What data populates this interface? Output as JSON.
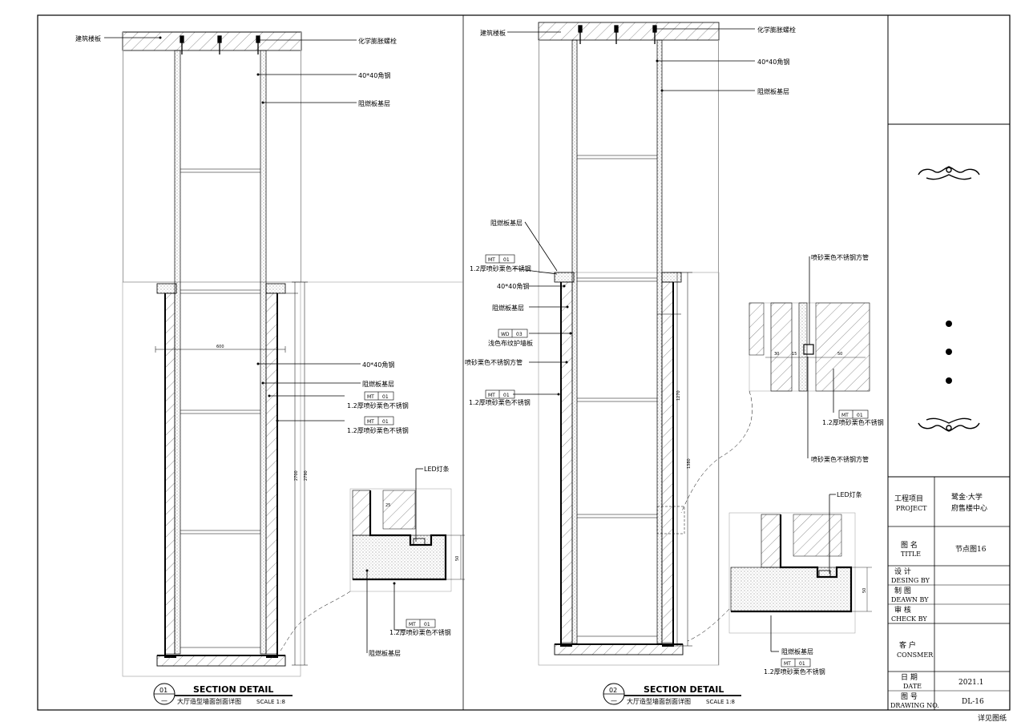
{
  "sheet": {
    "note": "详见图纸",
    "title_block": {
      "project_label_cn": "工程项目",
      "project_label_en": "PROJECT",
      "project_value_1": "鹭金·大学",
      "project_value_2": "府售楼中心",
      "title_label_cn": "图 名",
      "title_label_en": "TITLE",
      "title_value": "节点图16",
      "design_cn": "设 计",
      "design_en": "DESING BY",
      "drawn_cn": "制 图",
      "drawn_en": "DEAWN BY",
      "check_cn": "审 核",
      "check_en": "CHECK BY",
      "client_cn": "客 户",
      "client_en": "CONSMER",
      "date_cn": "日 期",
      "date_en": "DATE",
      "date_value": "2021.1",
      "drawing_no_cn": "图 号",
      "drawing_no_en": "DRAWING NO.",
      "drawing_no_value": "DL-16"
    }
  },
  "section1": {
    "number": "01",
    "title": "SECTION DETAIL",
    "subtitle": "大厅造型墙面剖面详图",
    "scale": "SCALE 1:8",
    "labels": {
      "slab": "建筑楼板",
      "anchor_bolt": "化学膨胀螺栓",
      "angle_top": "40*40角钢",
      "fr_top": "阻燃板基层",
      "angle_mid": "40*40角钢",
      "fr_mid": "阻燃板基层",
      "mt_code": "MT",
      "mt_no": "01",
      "steel": "1.2厚喷砂栗色不锈钢",
      "led": "LED灯条",
      "fr_bottom": "阻燃板基层"
    },
    "dims": {
      "width": "600",
      "h1": "2700",
      "h2": "2790",
      "d1": "50",
      "d2": "25"
    }
  },
  "section2": {
    "number": "02",
    "title": "SECTION DETAIL",
    "subtitle": "大厅造型墙面剖面详图",
    "scale": "SCALE 1:8",
    "labels": {
      "slab": "建筑楼板",
      "anchor_bolt": "化学膨胀螺栓",
      "angle_top": "40*40角钢",
      "fr_top": "阻燃板基层",
      "fr_left": "阻燃板基层",
      "mt_code": "MT",
      "mt_no": "01",
      "steel": "1.2厚喷砂栗色不锈钢",
      "angle_left": "40*40角钢",
      "fr_left2": "阻燃板基层",
      "wd_code": "WD",
      "wd_no": "03",
      "wood": "浅色布纹护墙板",
      "tube": "喷砂栗色不锈钢方管",
      "steel2": "1.2厚喷砂栗色不锈钢",
      "tube_top": "喷砂栗色不锈钢方管",
      "steel3": "1.2厚喷砂栗色不锈钢",
      "tube_bottom": "喷砂栗色不锈钢方管",
      "led": "LED灯条",
      "fr_bottom": "阻燃板基层",
      "steel4": "1.2厚喷砂栗色不锈钢"
    },
    "dims": {
      "h1": "1270",
      "h2": "1380",
      "d1": "30",
      "d2": "50",
      "d3": "15"
    }
  }
}
